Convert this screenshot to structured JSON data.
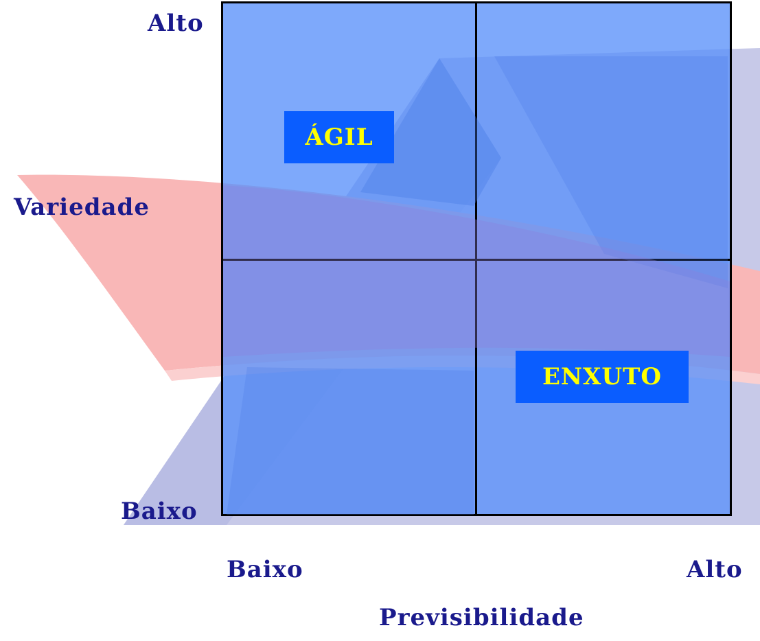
{
  "y_axis": {
    "title": "Variedade",
    "high_label": "Alto",
    "low_label": "Baixo"
  },
  "x_axis": {
    "title": "Previsibilidade",
    "low_label": "Baixo",
    "high_label": "Alto"
  },
  "quadrants": {
    "top_left": "ÁGIL",
    "bottom_right": "ENXUTO"
  },
  "colors": {
    "axis_text": "#1a1a8c",
    "tag_bg": "#0a5dff",
    "tag_text": "#ffff00",
    "grid_fill": "#6f9ff6"
  }
}
